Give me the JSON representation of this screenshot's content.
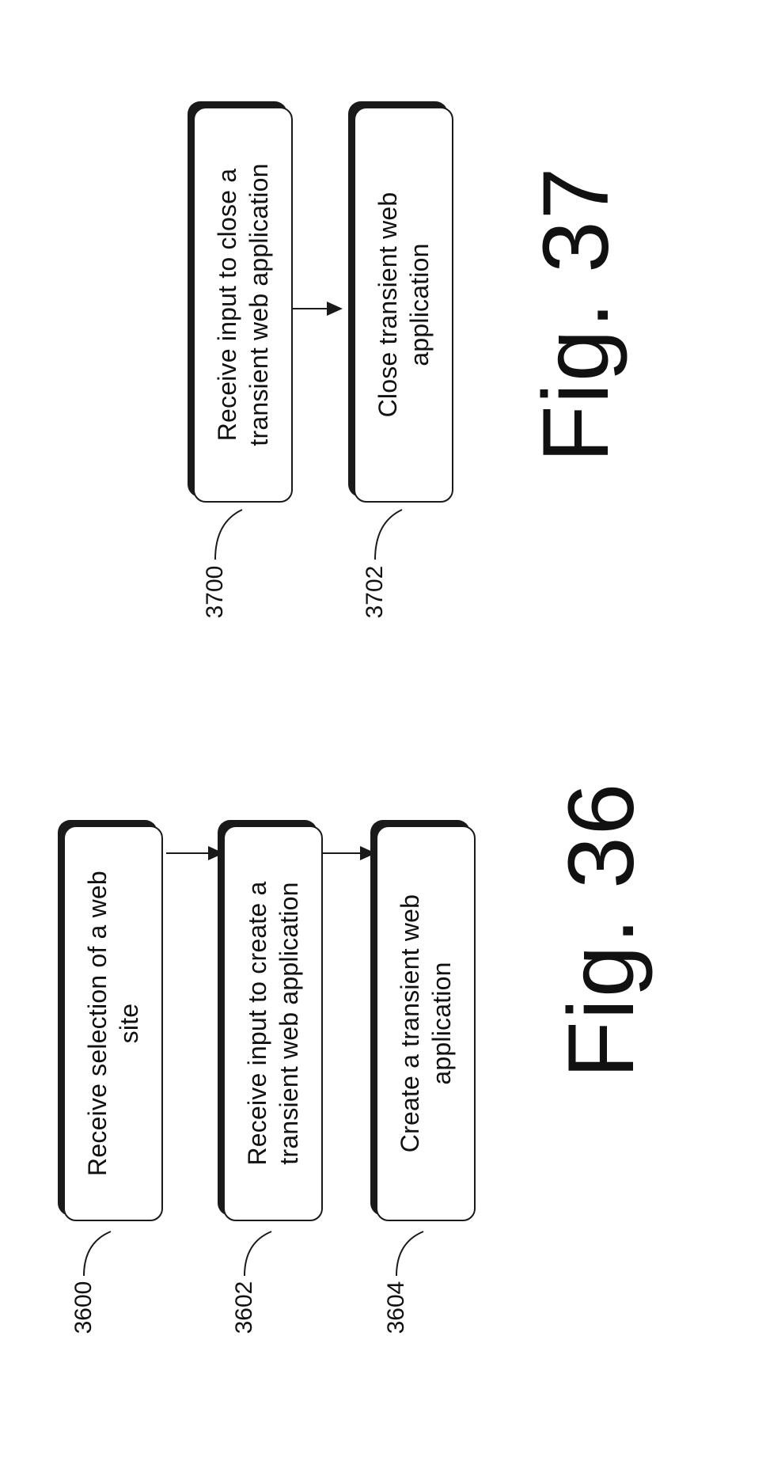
{
  "figures": [
    {
      "title": "Fig. 36",
      "steps": [
        {
          "ref": "3600",
          "text": "Receive selection of a web site"
        },
        {
          "ref": "3602",
          "text": "Receive input to create a\ntransient web application"
        },
        {
          "ref": "3604",
          "text": "Create a transient web\napplication"
        }
      ]
    },
    {
      "title": "Fig. 37",
      "steps": [
        {
          "ref": "3700",
          "text": "Receive input to close a\ntransient web application"
        },
        {
          "ref": "3702",
          "text": "Close transient web application"
        }
      ]
    }
  ]
}
